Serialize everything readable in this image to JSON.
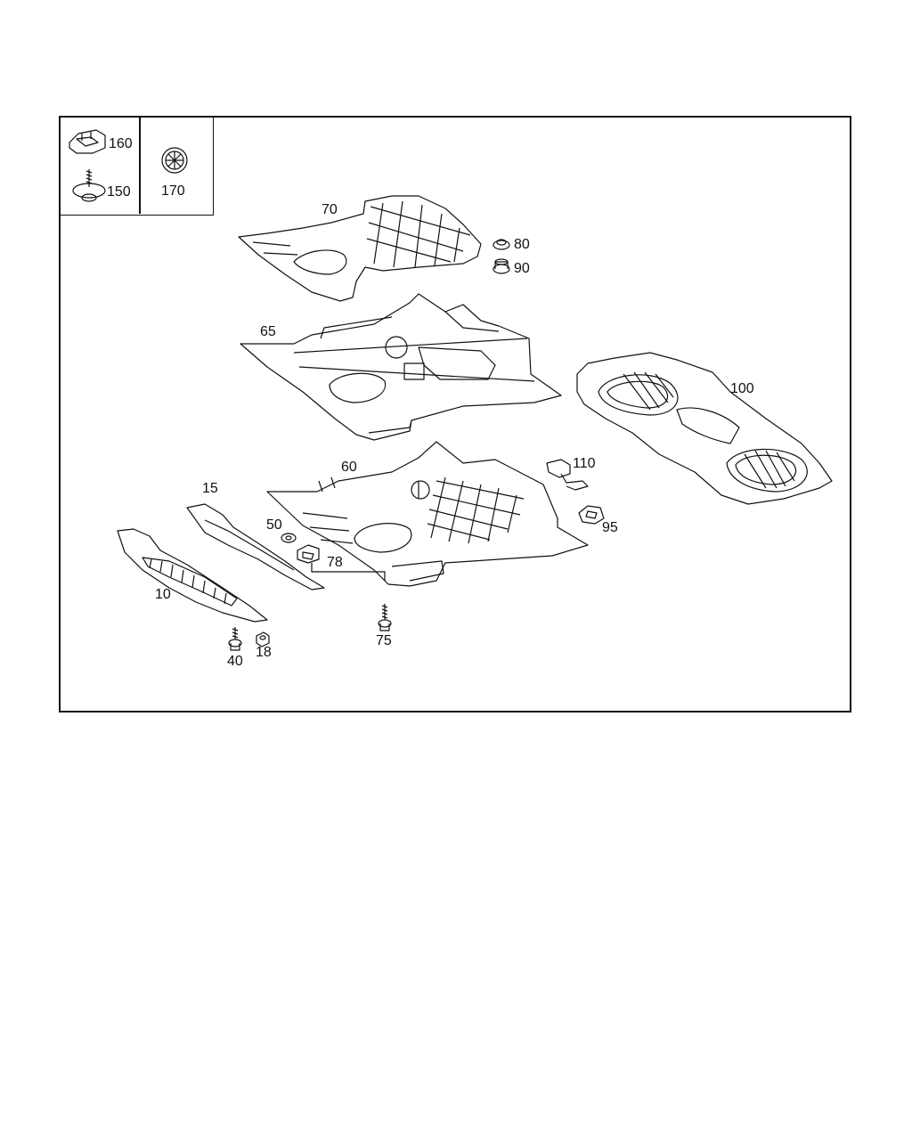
{
  "legend": {
    "clip_label": "160",
    "screw_label": "150",
    "grommet_label": "170"
  },
  "callouts": {
    "p70": "70",
    "p80": "80",
    "p90": "90",
    "p65": "65",
    "p100": "100",
    "p60": "60",
    "p110": "110",
    "p15": "15",
    "p50": "50",
    "p95": "95",
    "p78": "78",
    "p10": "10",
    "p75": "75",
    "p40": "40",
    "p18": "18"
  }
}
